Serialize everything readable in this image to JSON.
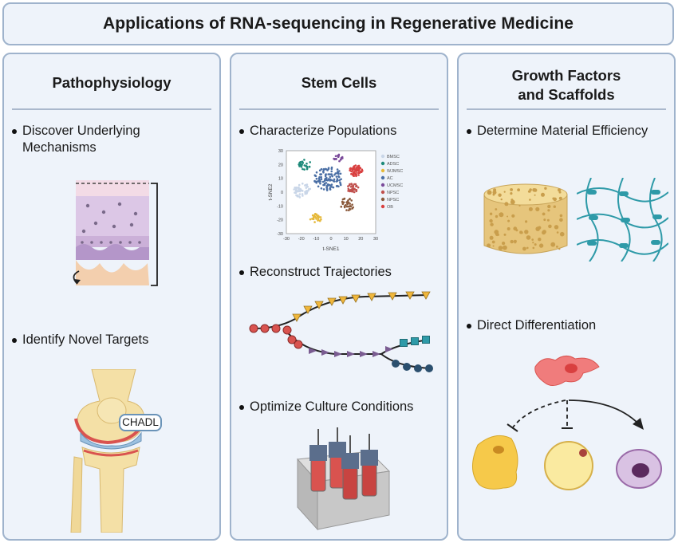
{
  "title": "Applications of RNA-sequencing in Regenerative Medicine",
  "panels": [
    {
      "heading": "Pathophysiology",
      "bullets": [
        "Discover Underlying Mechanisms",
        "Identify Novel Targets"
      ],
      "gene_label": "CHADL"
    },
    {
      "heading": "Stem Cells",
      "bullets": [
        "Characterize Populations",
        "Reconstruct Trajectories",
        "Optimize Culture Conditions"
      ]
    },
    {
      "heading_line1": "Growth Factors",
      "heading_line2": "and Scaffolds",
      "bullets": [
        "Determine Material Efficiency",
        "Direct Differentiation"
      ]
    }
  ],
  "tsne": {
    "xlabel": "t-SNE1",
    "ylabel": "t-SNE2",
    "x_ticks": [
      "-30",
      "-20",
      "-10",
      "0",
      "10",
      "20",
      "30"
    ],
    "y_ticks": [
      "30",
      "20",
      "10",
      "0",
      "-10",
      "-20",
      "-30"
    ],
    "legend": [
      {
        "label": "BMSC",
        "color": "#c9d6e8"
      },
      {
        "label": "ADSC",
        "color": "#1e8a7a"
      },
      {
        "label": "WJMSC",
        "color": "#e6b93a"
      },
      {
        "label": "AC",
        "color": "#4a6fa5"
      },
      {
        "label": "UCMSC",
        "color": "#7a4a9a"
      },
      {
        "label": "NPSC",
        "color": "#c0504d"
      },
      {
        "label": "NPSC",
        "color": "#8b5a3c"
      },
      {
        "label": "OB",
        "color": "#d94040"
      }
    ]
  },
  "colors": {
    "panel_bg": "#eef3fa",
    "panel_border": "#9fb3cc",
    "trajectory_red": "#d9534f",
    "trajectory_yellow": "#f0b73c",
    "trajectory_purple": "#7a5c91",
    "trajectory_teal": "#2e9aa8",
    "trajectory_navy": "#2b4f6e"
  }
}
